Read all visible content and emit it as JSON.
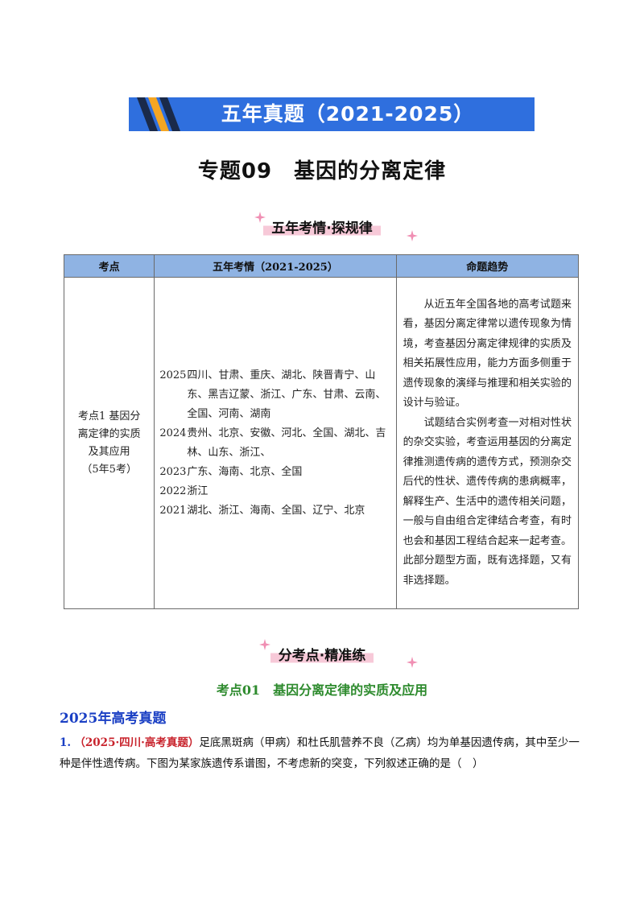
{
  "banner": {
    "text": "五年真题（2021-2025）",
    "color": "#2f6fde"
  },
  "title": "专题09　基因的分离定律",
  "section1": {
    "label": "五年考情·探规律"
  },
  "table": {
    "headers": [
      "考点",
      "五年考情（2021-2025）",
      "命题趋势"
    ],
    "kaodian": [
      "考点1 基因分",
      "离定律的实质",
      "及其应用",
      "（5年5考）"
    ],
    "years": [
      {
        "year": "2025",
        "places": "四川、甘肃、重庆、湖北、陕晋青宁、山东、黑吉辽蒙、浙江、广东、甘肃、云南、全国、河南、湖南"
      },
      {
        "year": "2024",
        "places": "贵州、北京、安徽、河北、全国、湖北、吉林、山东、浙江、"
      },
      {
        "year": "2023",
        "places": "广东、海南、北京、全国"
      },
      {
        "year": "2022",
        "places": "浙江"
      },
      {
        "year": "2021",
        "places": "湖北、浙江、海南、全国、辽宁、北京"
      }
    ],
    "trend": [
      "从近五年全国各地的高考试题来看，基因分离定律常以遗传现象为情境，考查基因分离定律规律的实质及相关拓展性应用，能力方面多侧重于遗传现象的演绎与推理和相关实验的设计与验证。",
      "试题结合实例考查一对相对性状的杂交实验，考查运用基因的分离定律推测遗传病的遗传方式，预测杂交后代的性状、遗传传病的患病概率，解释生产、生活中的遗传相关问题，一般与自由组合定律结合考查，有时也会和基因工程结合起来一起考查。此部分题型方面，既有选择题，又有非选择题。"
    ]
  },
  "section2": {
    "label": "分考点·精准练"
  },
  "kaodian_title": "考点01　基因分离定律的实质及应用",
  "year_title": "2025年高考真题",
  "question": {
    "number": "1.",
    "source": "（2025·四川·高考真题）",
    "text": "足底黑斑病（甲病）和杜氏肌营养不良（乙病）均为单基因遗传病，其中至少一种是伴性遗传病。下图为某家族遗传系谱图，不考虑新的突变，下列叙述正确的是（　）"
  },
  "colors": {
    "header_bg": "#8fb3e3",
    "accent_green": "#2e8b2e",
    "accent_blue": "#1a3fc4",
    "accent_red": "#c8232c",
    "highlight_pink": "#f7c9d8"
  }
}
